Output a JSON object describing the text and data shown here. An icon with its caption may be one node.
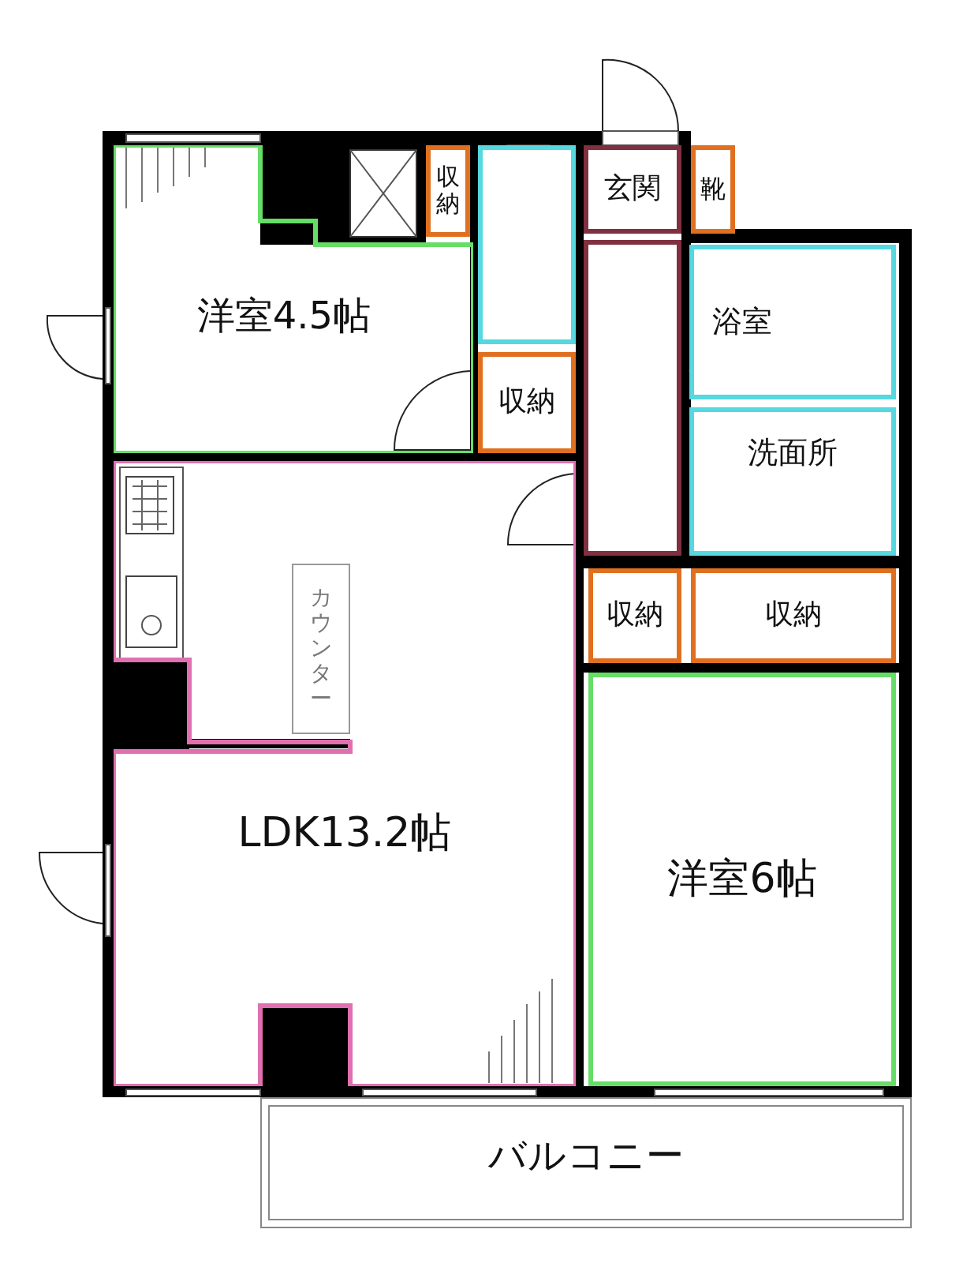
{
  "diagram": {
    "nodes": [
      {
        "text": [
          "洋室4.5帖"
        ]
      },
      {
        "text": [
          "収納"
        ]
      },
      {
        "text": [],
        "shape": "box"
      },
      {
        "text": [
          "玄関"
        ]
      },
      {
        "text": [
          "靴"
        ]
      },
      {
        "text": [
          "浴室"
        ]
      },
      {
        "text": [
          "収納"
        ]
      },
      {
        "text": [],
        "shape": "box"
      },
      {
        "text": [
          "洗面所"
        ]
      },
      {
        "text": [
          "LDK13.2帖"
        ]
      },
      {
        "text": [
          "カウンター"
        ],
        "in": 9
      },
      {
        "text": [
          "収納"
        ]
      },
      {
        "text": [
          "収納"
        ]
      },
      {
        "text": [
          "洋室6帖"
        ]
      },
      {
        "text": [
          "バルコニー"
        ]
      }
    ],
    "edges": []
  }
}
